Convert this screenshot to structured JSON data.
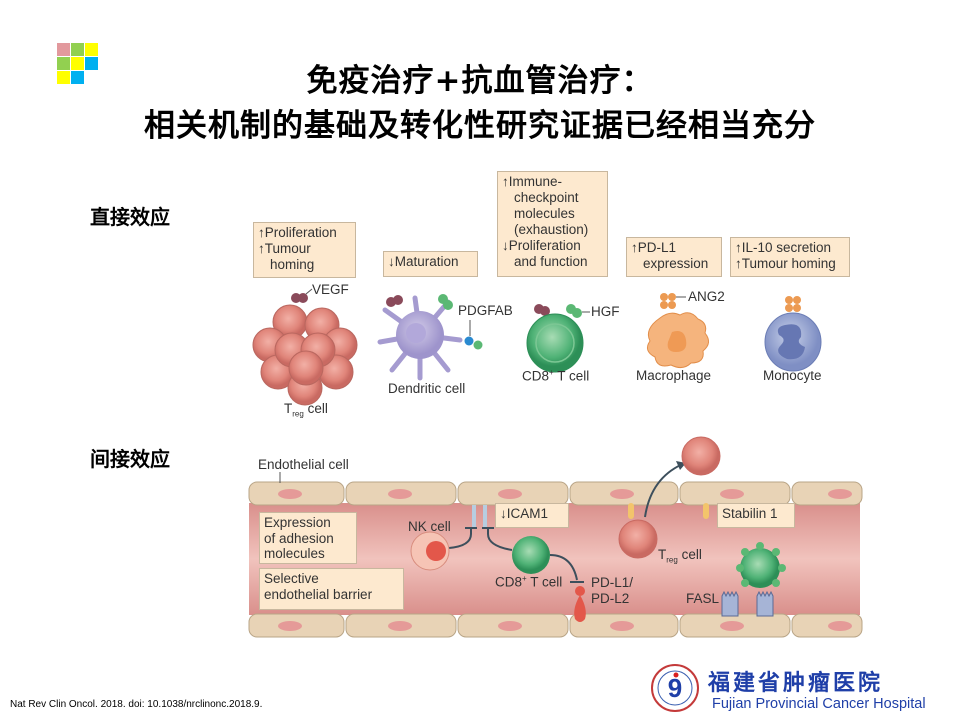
{
  "slide": {
    "title_line1": "免疫治疗+抗血管治疗：",
    "title_line2": "相关机制的基础及转化性研究证据已经相当充分",
    "logo_colors": [
      "#e2999d",
      "#92d050",
      "#ffff00",
      "#92d050",
      "#ffff00",
      "#00b0f0",
      "#ffff00",
      "#00b0f0"
    ],
    "section_direct": "直接效应",
    "section_indirect": "间接效应",
    "citation": "Nat Rev Clin Oncol. 2018. doi: 10.1038/nrclinonc.2018.9.",
    "hospital_cn": "福建省肿瘤医院",
    "hospital_en": "Fujian Provincial Cancer Hospital"
  },
  "direct": {
    "boxes": [
      {
        "lines": [
          "↑Proliferation",
          "↑Tumour",
          "  homing"
        ]
      },
      {
        "lines": [
          "↓Maturation"
        ]
      },
      {
        "lines": [
          "↑Immune-",
          "  checkpoint",
          "  molecules",
          "  (exhaustion)",
          "↓Proliferation",
          "  and function"
        ]
      },
      {
        "lines": [
          "↑PD-L1",
          "  expression"
        ]
      },
      {
        "lines": [
          "↑IL-10 secretion",
          "↑Tumour homing"
        ]
      }
    ],
    "molecules": {
      "vegf": "VEGF",
      "pdgfab": "PDGFAB",
      "hgf": "HGF",
      "ang2": "ANG2"
    },
    "cells": {
      "treg_main": "T",
      "treg_sub": "reg",
      "treg_suffix": " cell",
      "dendritic": "Dendritic cell",
      "cd8_main": "CD8",
      "cd8_sup": "+",
      "cd8_suffix": " T cell",
      "macrophage": "Macrophage",
      "monocyte": "Monocyte"
    }
  },
  "indirect": {
    "endothelial": "Endothelial cell",
    "box_adhesion": [
      "Expression",
      "of adhesion",
      "molecules"
    ],
    "box_barrier": [
      "Selective",
      "endothelial barrier"
    ],
    "icam1": "↓ICAM1",
    "stabilin": "Stabilin 1",
    "nk": "NK cell",
    "cd8_main": "CD8",
    "cd8_sup": "+",
    "cd8_suffix": " T cell",
    "pdl": [
      "PD-L1/",
      "PD-L2"
    ],
    "treg_main": "T",
    "treg_sub": "reg",
    "treg_suffix": " cell",
    "fasl": "FASL"
  }
}
